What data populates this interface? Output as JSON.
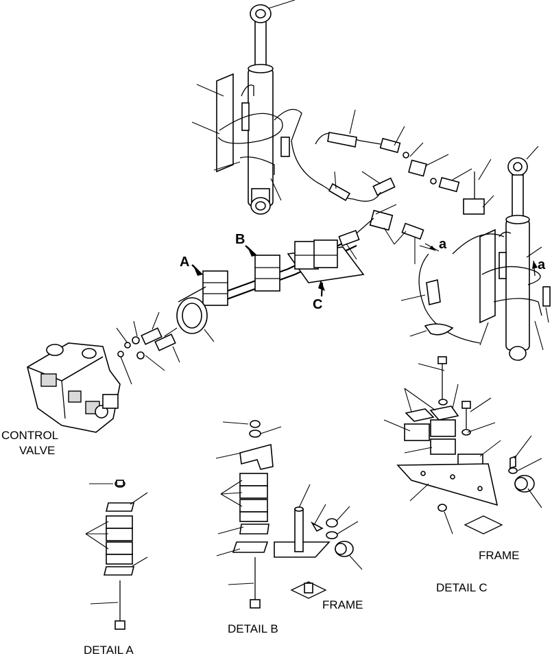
{
  "labels": {
    "control_valve_line1": "CONTROL",
    "control_valve_line2": "VALVE",
    "detail_a": "DETAIL A",
    "detail_b": "DETAIL B",
    "detail_c": "DETAIL C",
    "frame_b": "FRAME",
    "frame_c": "FRAME",
    "callout_a": "A",
    "callout_b": "B",
    "callout_c": "C",
    "mark_a1": "a",
    "mark_a2": "a"
  }
}
